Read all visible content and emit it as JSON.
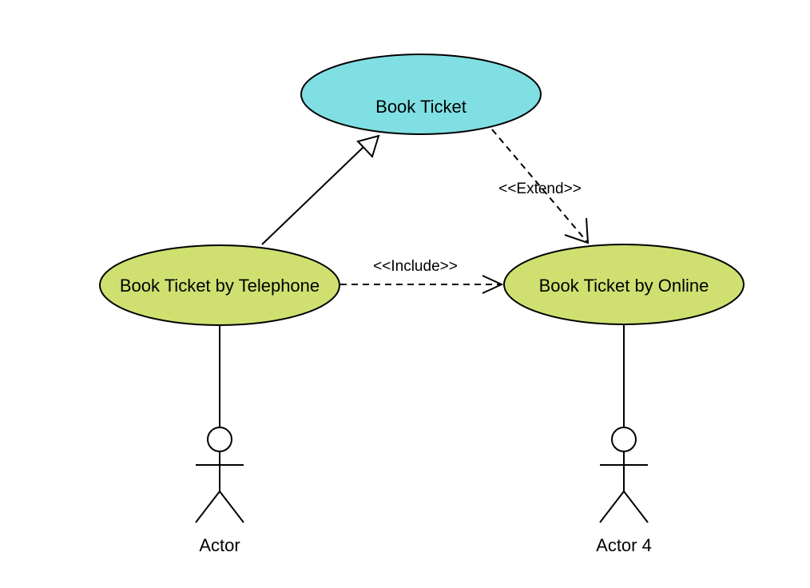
{
  "colors": {
    "background": "#ffffff",
    "parent_usecase_fill": "#80dfe3",
    "child_usecase_fill": "#cfe071",
    "stroke": "#000000"
  },
  "use_cases": {
    "book_ticket": "Book Ticket",
    "by_telephone": "Book Ticket by Telephone",
    "by_online": "Book Ticket by Online"
  },
  "relationships": {
    "extend": "<<Extend>>",
    "include": "<<Include>>"
  },
  "actors": {
    "actor_1": "Actor",
    "actor_2": "Actor 4"
  }
}
